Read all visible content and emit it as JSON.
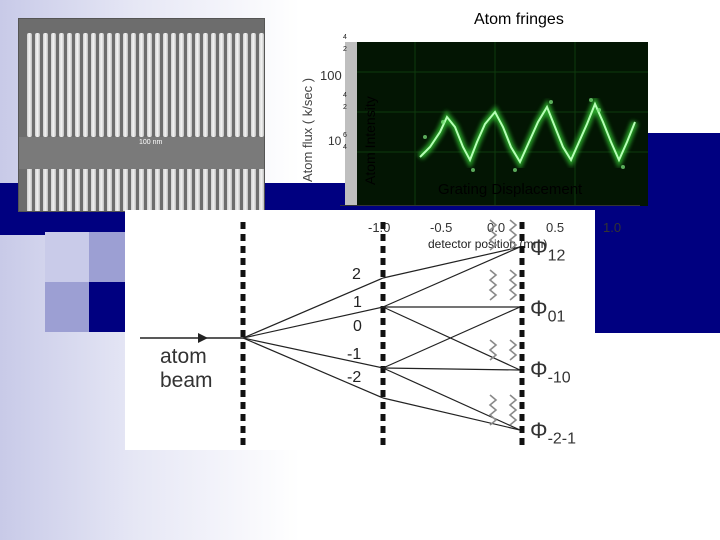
{
  "slide": {
    "title": "Atom fringes",
    "colors": {
      "navy": "#000080",
      "light_block": "#9c9fd3",
      "pale_block": "#c9cbe9",
      "scope_trace": "#4dff4d"
    }
  },
  "sem_image": {
    "scale_label": "100 nm"
  },
  "background_plot": {
    "y_label": "Atom flux ( k/sec )",
    "y_ticks": [
      "100",
      "10"
    ],
    "x_label": "detector position (mm)",
    "x_ticks": [
      "-1.0",
      "-0.5",
      "0.0",
      "0.5",
      "1.0"
    ]
  },
  "oscilloscope": {
    "y_label": "Atom  Intensity",
    "x_label": "Grating Displacement",
    "y_ticks": [
      "100",
      "4",
      "2",
      "100",
      "4",
      "2",
      "10",
      "6",
      "4"
    ]
  },
  "interferometer": {
    "source_label_line1": "atom",
    "source_label_line2": "beam",
    "orders": [
      "2",
      "1",
      "0",
      "-1",
      "-2"
    ],
    "phases": [
      {
        "symbol": "Φ",
        "subscript": "12"
      },
      {
        "symbol": "Φ",
        "subscript": "01"
      },
      {
        "symbol": "Φ",
        "subscript": "-10"
      },
      {
        "symbol": "Φ",
        "subscript": "-2-1"
      }
    ]
  }
}
